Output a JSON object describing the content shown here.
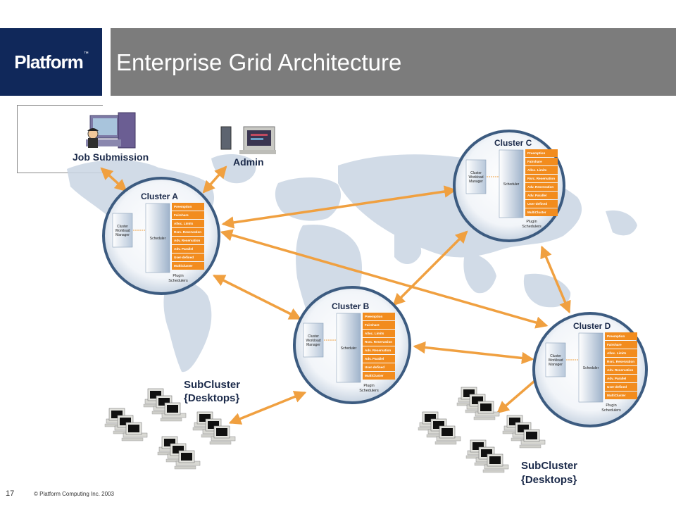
{
  "header": {
    "logo": "Platform",
    "logo_tm": "™",
    "title": "Enterprise Grid Architecture"
  },
  "footer": {
    "page_number": "17",
    "copyright": "© Platform Computing Inc. 2003"
  },
  "labels": {
    "job_submission": "Job Submission",
    "admin": "Admin",
    "subcluster_line1": "SubCluster",
    "subcluster_line2": "{Desktops}"
  },
  "cluster_common": {
    "workload_manager": [
      "Cluster",
      "Workload",
      "Manager"
    ],
    "scheduler": "Scheduler",
    "plugin_schedulers": [
      "Plugin",
      "Schedulers"
    ],
    "plugins": [
      "Preemption",
      "Fairshare",
      "Alloc. Limits",
      "Rsrc. Reservation",
      "Adv. Reservation",
      "Adv. Parallel",
      "User-defined",
      "MultiCluster"
    ]
  },
  "clusters": [
    {
      "id": "a",
      "name": "Cluster A"
    },
    {
      "id": "b",
      "name": "Cluster B"
    },
    {
      "id": "c",
      "name": "Cluster C"
    },
    {
      "id": "d",
      "name": "Cluster D"
    }
  ],
  "colors": {
    "logo_bg": "#10285a",
    "title_bar": "#7c7c7c",
    "arrow": "#f0a040",
    "plugin_box": "#f28c1e",
    "globe_ring": "#3c5b80",
    "world": "#c9d5e3"
  }
}
